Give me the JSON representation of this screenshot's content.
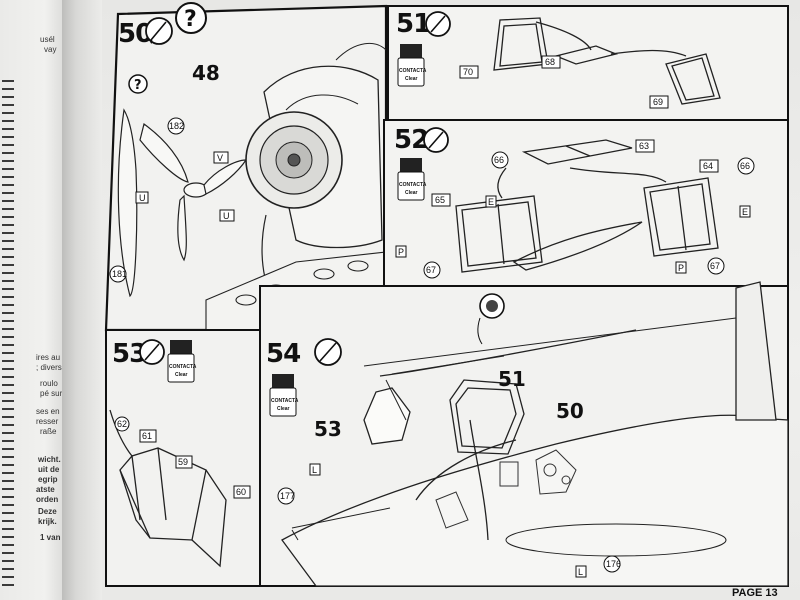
{
  "left_page": {
    "fragments": [
      "usél",
      "vay",
      "ires au",
      "; divers",
      "roulo",
      "pé sur",
      "ses en",
      "resser",
      "raße",
      "wicht.",
      "uit de",
      "egrip",
      "atste",
      "orden",
      "Deze",
      "krijk.",
      "1 van"
    ]
  },
  "steps": [
    {
      "number": "50",
      "parts": [
        "48",
        "182",
        "181"
      ],
      "markings": [
        "V",
        "U",
        "U"
      ],
      "help_symbol": "?"
    },
    {
      "number": "51",
      "parts": [
        "70",
        "68",
        "69"
      ]
    },
    {
      "number": "52",
      "parts": [
        "66",
        "63",
        "64",
        "66",
        "65",
        "67",
        "67"
      ],
      "markings": [
        "E",
        "E",
        "P",
        "P"
      ]
    },
    {
      "number": "53",
      "parts": [
        "62",
        "61",
        "59",
        "60"
      ]
    },
    {
      "number": "54",
      "parts": [
        "51",
        "53",
        "50",
        "177",
        "176"
      ],
      "markings": [
        "L",
        "L"
      ]
    }
  ],
  "bottle": {
    "line1": "CONTACTA",
    "line2": "Clear"
  },
  "footer": {
    "page_label": "PAGE 13"
  }
}
